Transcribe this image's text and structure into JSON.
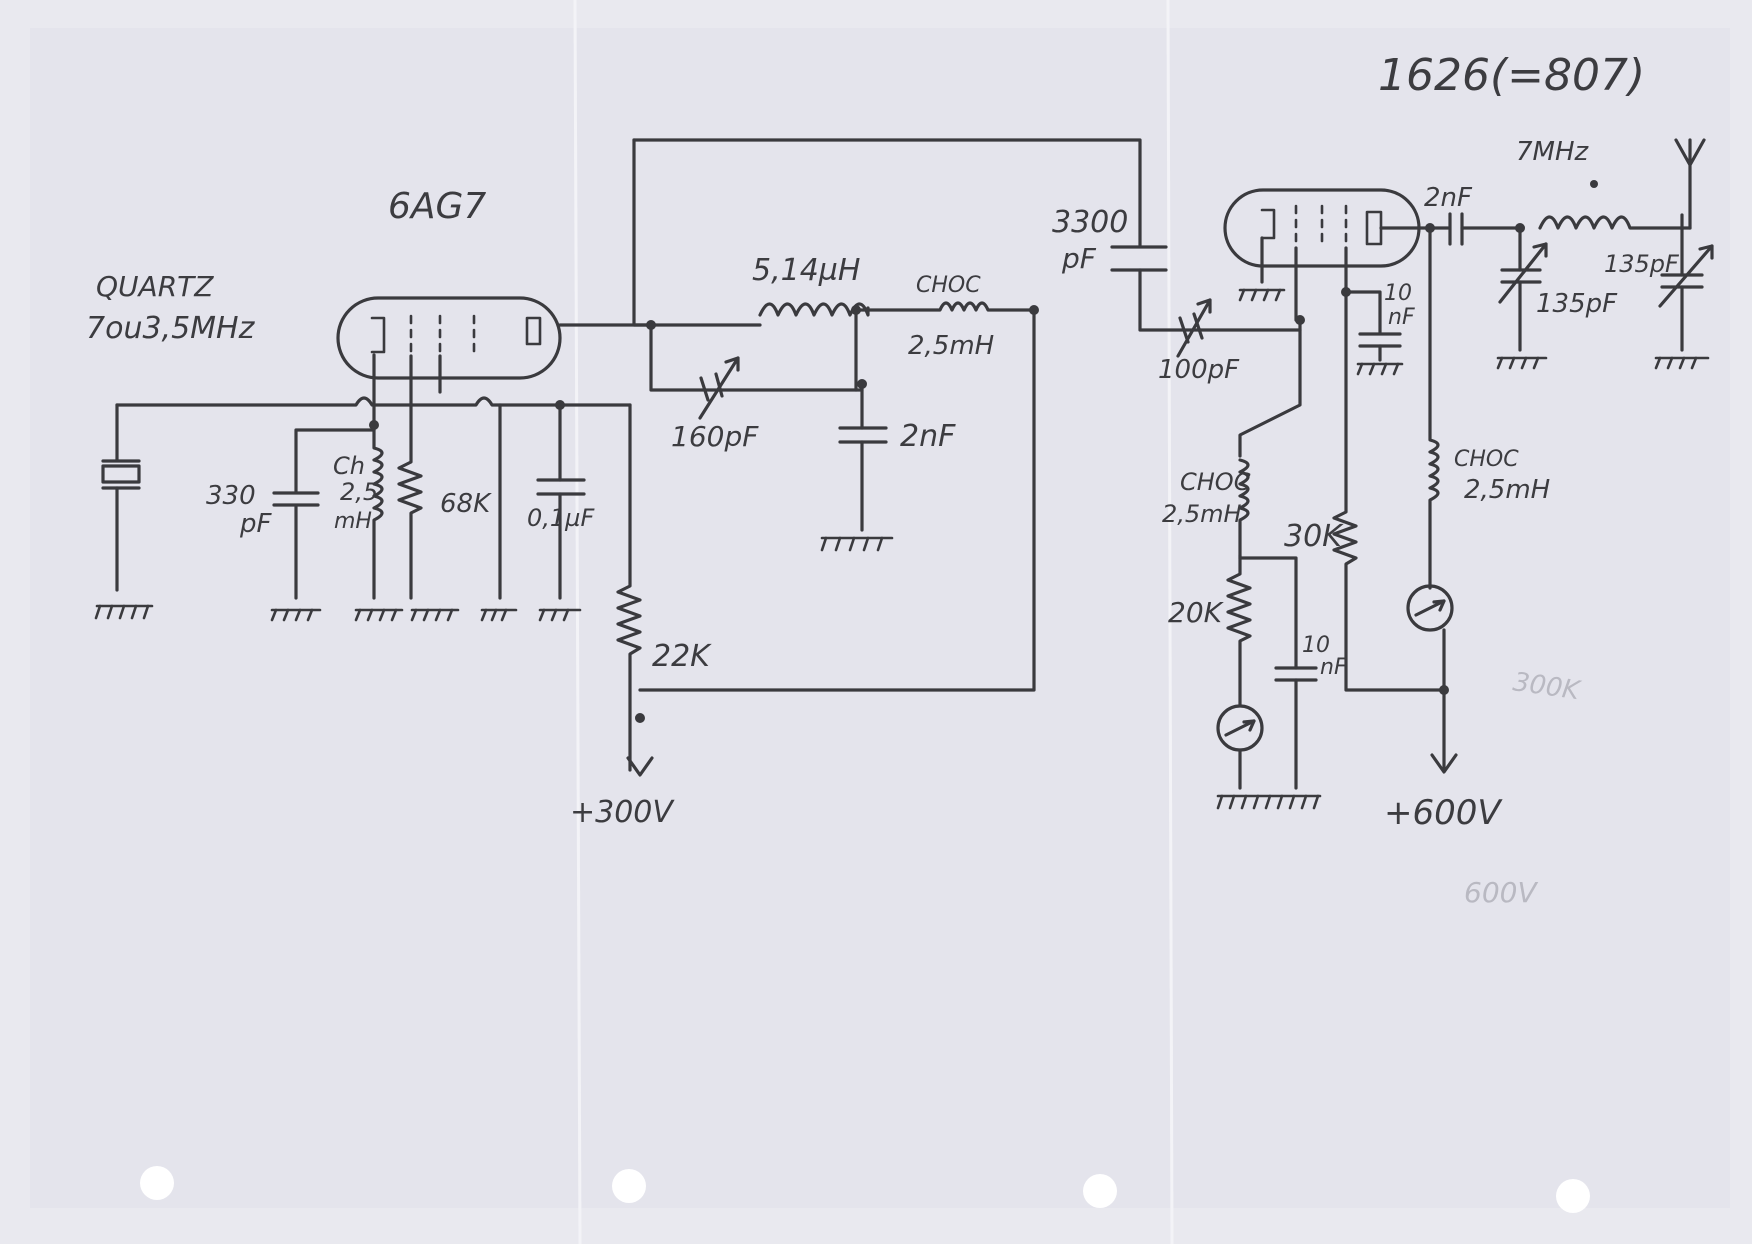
{
  "colors": {
    "paper": "#e9e9ef",
    "ink": "#3a3a3e",
    "faint": "#b9b9c2",
    "hole": "#ffffff"
  },
  "oscillator": {
    "tube": "6AG7",
    "crystal": "QUARTZ",
    "crystal_freq": "7ou3,5MHz",
    "grid_cap": {
      "value": "330",
      "unit": "pF"
    },
    "cathode_choke": {
      "name": "Ch",
      "value": "2,5",
      "unit": "mH"
    },
    "grid_resistor": "68K",
    "screen_cap": "0,1µF",
    "tank_coil": "5,14µH",
    "tank_cap": "160pF",
    "plate_choke": {
      "name": "CHOC",
      "value": "2,5mH"
    },
    "bypass_cap": "2nF",
    "dropping_resistor": "22K",
    "supply": "+300V"
  },
  "amplifier": {
    "tube": "1626(=807)",
    "coupling_cap": {
      "value": "3300",
      "unit": "pF"
    },
    "input_tune_cap": "100pF",
    "screen_cap": {
      "value": "10",
      "unit": "nF"
    },
    "grid_choke": {
      "name": "CHOC",
      "value": "2,5mH"
    },
    "grid_resistor": "20K",
    "grid_meter_cap": {
      "value": "10",
      "unit": "nF"
    },
    "screen_resistor": "30K",
    "plate_choke": {
      "name": "CHOC",
      "value": "2,5mH"
    },
    "output_cap": "2nF",
    "pi_coil": "7MHz",
    "pi_cap_in": "135pF",
    "pi_cap_out": "135pF",
    "supply": "+600V"
  },
  "faint_marks": {
    "bleed_resistor": "300K",
    "bleed_supply": "600V"
  }
}
